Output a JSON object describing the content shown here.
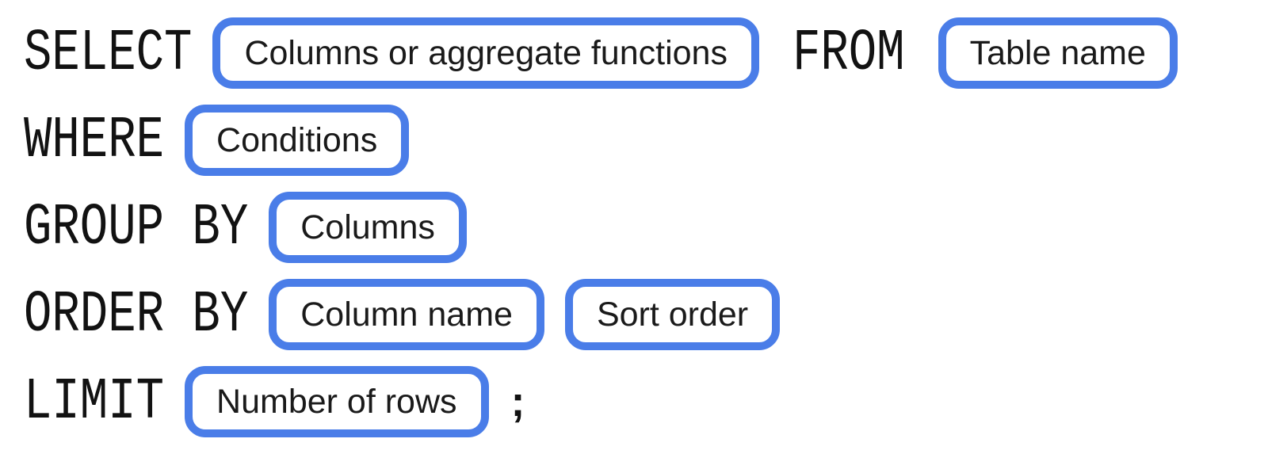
{
  "diagram": {
    "kind": "sql-query-syntax",
    "colors": {
      "pill_border": "#4a7de8",
      "keyword_text": "#121212",
      "pill_text": "#1a1a1a",
      "background": "#ffffff"
    },
    "rows": [
      {
        "tokens": [
          {
            "type": "keyword",
            "text": "SELECT"
          },
          {
            "type": "placeholder",
            "text": "Columns or aggregate functions"
          },
          {
            "type": "keyword",
            "text": "FROM"
          },
          {
            "type": "placeholder",
            "text": "Table name"
          }
        ]
      },
      {
        "tokens": [
          {
            "type": "keyword",
            "text": "WHERE"
          },
          {
            "type": "placeholder",
            "text": "Conditions"
          }
        ]
      },
      {
        "tokens": [
          {
            "type": "keyword",
            "text": "GROUP BY"
          },
          {
            "type": "placeholder",
            "text": "Columns"
          }
        ]
      },
      {
        "tokens": [
          {
            "type": "keyword",
            "text": "ORDER BY"
          },
          {
            "type": "placeholder",
            "text": "Column name"
          },
          {
            "type": "placeholder",
            "text": "Sort order"
          }
        ]
      },
      {
        "tokens": [
          {
            "type": "keyword",
            "text": "LIMIT"
          },
          {
            "type": "placeholder",
            "text": "Number of rows"
          },
          {
            "type": "punctuation",
            "text": ";"
          }
        ]
      }
    ]
  }
}
